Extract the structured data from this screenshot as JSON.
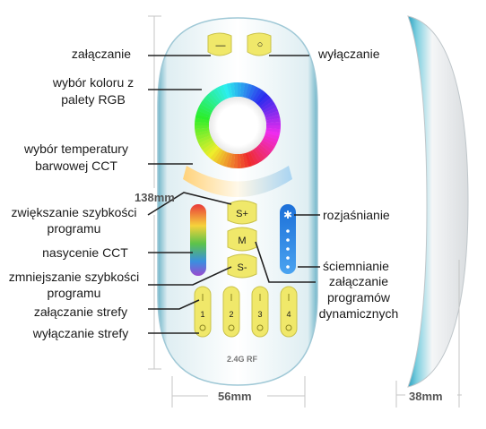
{
  "labels": {
    "on": "załączanie",
    "off": "wyłączanie",
    "rgb_line1": "wybór koloru z",
    "rgb_line2": "palety RGB",
    "cct_line1": "wybór temperatury",
    "cct_line2": "barwowej CCT",
    "speed_up_line1": "zwiększanie szybkości",
    "speed_up_line2": "programu",
    "saturation": "nasycenie CCT",
    "speed_down_line1": "zmniejszanie szybkości",
    "speed_down_line2": "programu",
    "zone_on": "załączanie strefy",
    "zone_off": "wyłączanie strefy",
    "brighten": "rozjaśnianie",
    "dim": "ściemnianie",
    "modes_line1": "załączanie",
    "modes_line2": "programów",
    "modes_line3": "dynamicznych"
  },
  "dimensions": {
    "height": "138mm",
    "width": "56mm",
    "depth": "38mm"
  },
  "remote": {
    "btn_on": "—",
    "btn_off": "○",
    "btn_speed_up": "S+",
    "btn_mode": "M",
    "btn_speed_down": "S-",
    "zones": [
      "1",
      "2",
      "3",
      "4"
    ],
    "brand": "2.4G RF"
  }
}
